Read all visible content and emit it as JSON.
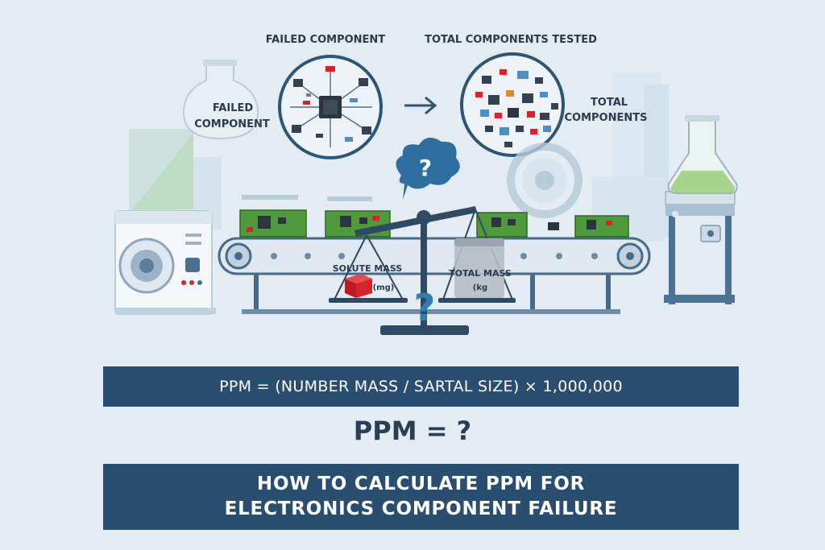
{
  "labels": {
    "failed_component_top": "FAILED COMPONENT",
    "total_tested_top": "TOTAL COMPONENTS TESTED",
    "flask_failed_line1": "FAILED",
    "flask_failed_line2": "COMPONENT",
    "total_components_line1": "TOTAL",
    "total_components_line2": "COMPONENTS",
    "solute_mass": "SOLUTE MASS",
    "solute_unit": "(mg)",
    "total_mass": "TOTAL MASS",
    "total_unit": "(kg",
    "question_mark": "?"
  },
  "formula": "PPM = (NUMBER MASS / SARTAL SIZE)  × 1,000,000",
  "result": "PPM = ?",
  "title": {
    "line1": "HOW TO CALCULATE PPM FOR",
    "line2": "ELECTRONICS COMPONENT FAILURE"
  },
  "colors": {
    "banner": "#294e6f",
    "background": "#e4ecf3",
    "accent_red": "#d8232a",
    "circuit_green": "#4f9a3c"
  }
}
